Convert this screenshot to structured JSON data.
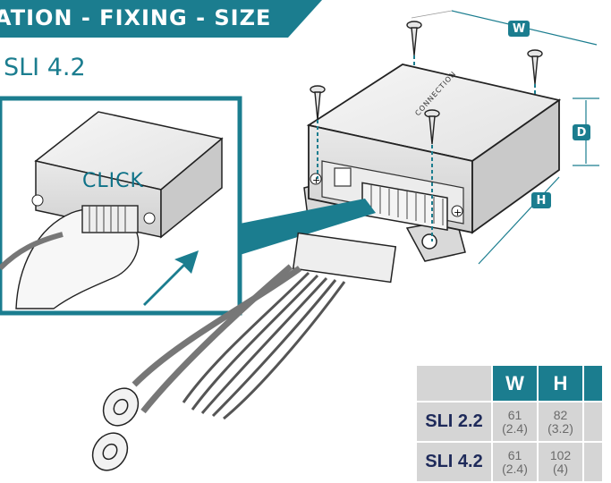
{
  "header": {
    "banner_text": "ATION - FIXING - SIZE",
    "banner_color": "#1b7d8f"
  },
  "model_title": "SLI 4.2",
  "callout": {
    "click_label": "CLICK"
  },
  "device": {
    "brand_label": "CONNECTION"
  },
  "dimensions": {
    "w_label": "W",
    "h_label": "H",
    "d_label": "D"
  },
  "table": {
    "headers": [
      "W",
      "H"
    ],
    "rows": [
      {
        "model": "SLI 2.2",
        "w_mm": "61",
        "w_in": "(2.4)",
        "h_mm": "82",
        "h_in": "(3.2)"
      },
      {
        "model": "SLI 4.2",
        "w_mm": "61",
        "w_in": "(2.4)",
        "h_mm": "102",
        "h_in": "(4)"
      }
    ]
  },
  "colors": {
    "accent": "#1b7d8f",
    "table_bg": "#d5d5d5",
    "model_text": "#1e2a5a"
  }
}
